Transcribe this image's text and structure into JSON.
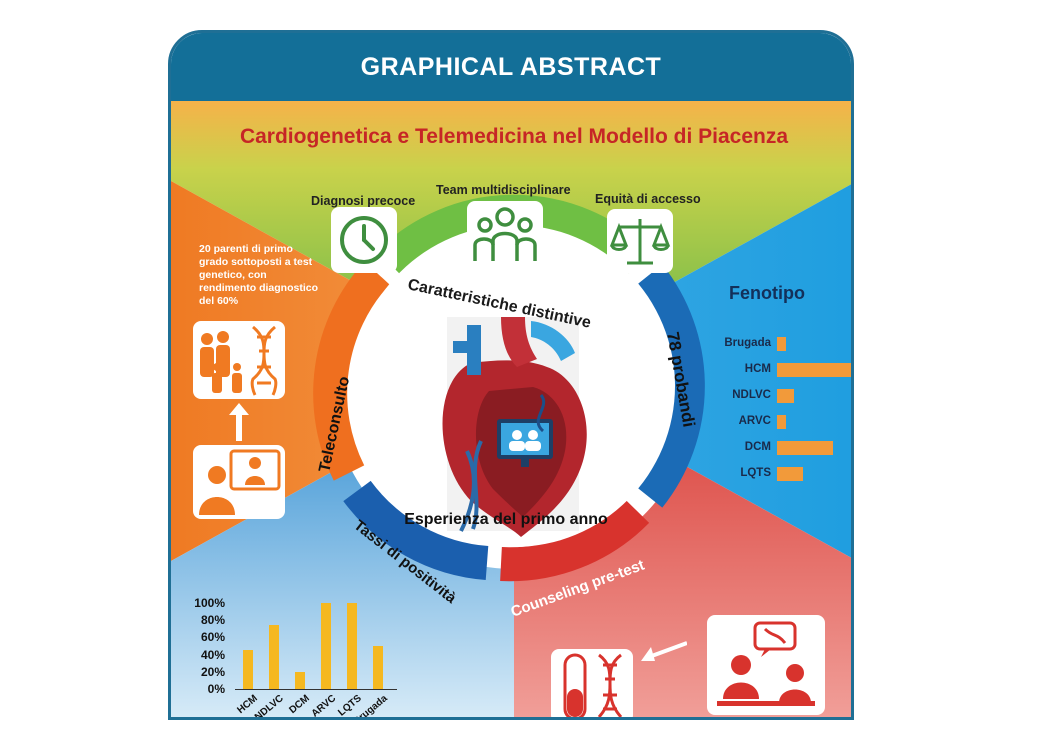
{
  "header": {
    "title": "GRAPHICAL ABSTRACT"
  },
  "main_title": "Cardiogenetica e Telemedicina nel Modello di Piacenza",
  "features": [
    {
      "label": "Diagnosi precoce",
      "icon": "clock-icon"
    },
    {
      "label": "Team multidisciplinare",
      "icon": "team-icon"
    },
    {
      "label": "Equità di accesso",
      "icon": "scale-icon"
    }
  ],
  "ring": {
    "top": "Caratteristiche distintive",
    "right": "78 probandi",
    "bottom_right": "Counseling pre-test",
    "bottom_left": "Tassi di positività",
    "left": "Teleconsulto"
  },
  "center_caption": "Esperienza del primo anno",
  "teleconsulto_text": "20 parenti di primo grado sottoposti a test genetico, con rendimento diagnostico del 60%",
  "colors": {
    "header": "#136f98",
    "title": "#c62626",
    "green": "#7cc04b",
    "orange": "#f07a22",
    "blue": "#1b80c4",
    "red": "#d93a36",
    "bar_orange": "#f29a3a",
    "bar_yellow": "#f5b820"
  },
  "chart_data": [
    {
      "type": "bar",
      "orientation": "horizontal",
      "title": "Fenotipo",
      "categories": [
        "Brugada",
        "HCM",
        "NDLVC",
        "ARVC",
        "DCM",
        "LQTS"
      ],
      "values": [
        2,
        18,
        4,
        2,
        13,
        6
      ],
      "xlim": [
        0,
        18
      ]
    },
    {
      "type": "bar",
      "title": "",
      "categories": [
        "HCM",
        "NDLVC",
        "DCM",
        "ARVC",
        "LQTS",
        "Brugada"
      ],
      "values": [
        45,
        75,
        20,
        100,
        100,
        50
      ],
      "yticks": [
        "0%",
        "20%",
        "40%",
        "60%",
        "80%",
        "100%"
      ],
      "ylim": [
        0,
        100
      ]
    }
  ]
}
